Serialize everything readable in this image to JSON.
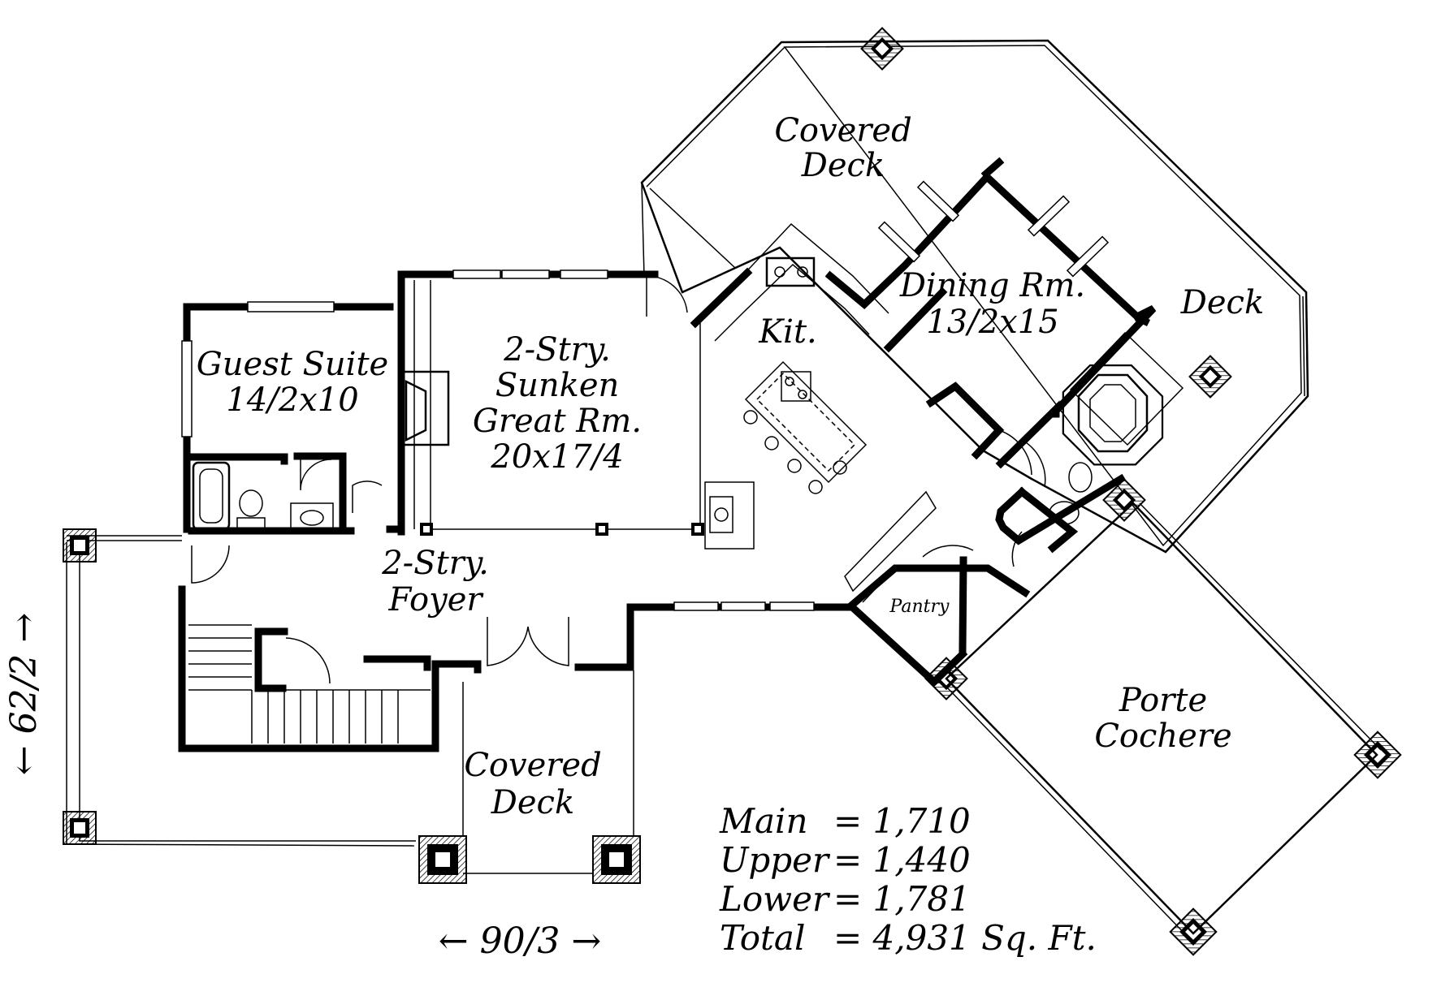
{
  "rooms": {
    "covered_deck_rear": {
      "line1": "Covered",
      "line2": "Deck"
    },
    "dining": {
      "line1": "Dining Rm.",
      "line2": "13/2x15"
    },
    "deck": {
      "label": "Deck"
    },
    "kitchen": {
      "label": "Kit."
    },
    "guest_suite": {
      "line1": "Guest Suite",
      "line2": "14/2x10"
    },
    "great_room": {
      "line1": "2-Stry.",
      "line2": "Sunken",
      "line3": "Great Rm.",
      "line4": "20x17/4"
    },
    "foyer": {
      "line1": "2-Stry.",
      "line2": "Foyer"
    },
    "pantry": {
      "label": "Pantry"
    },
    "porte_cochere": {
      "line1": "Porte",
      "line2": "Cochere"
    },
    "covered_deck_front": {
      "line1": "Covered",
      "line2": "Deck"
    }
  },
  "dimensions": {
    "depth": "← 62/2 →",
    "width": "← 90/3 →"
  },
  "square_footage": {
    "main_label": "Main",
    "main_value": "= 1,710",
    "upper_label": "Upper",
    "upper_value": "= 1,440",
    "lower_label": "Lower",
    "lower_value": "= 1,781",
    "total_label": "Total",
    "total_value": "= 4,931 Sq. Ft."
  }
}
